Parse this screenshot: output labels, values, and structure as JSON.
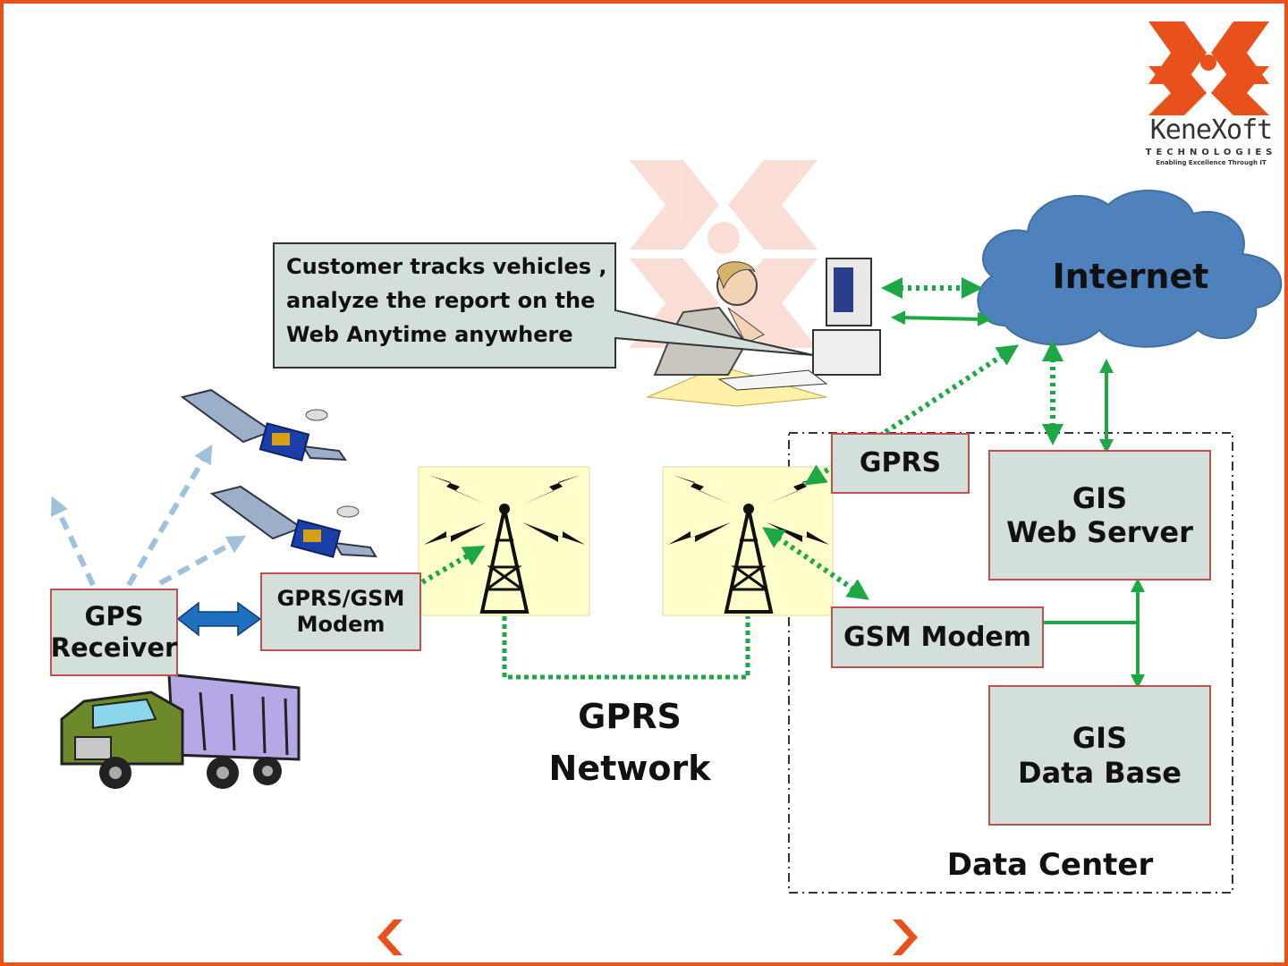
{
  "brand": {
    "name": "KeneXoft",
    "sub": "TECHNOLOGIES",
    "tagline": "Enabling Excellence Through IT"
  },
  "callout": {
    "lines": [
      "Customer tracks vehicles ,",
      "analyze the report on the",
      "Web Anytime anywhere"
    ]
  },
  "nodes": {
    "internet": "Internet",
    "gps": [
      "GPS",
      "Receiver"
    ],
    "modem": [
      "GPRS/GSM",
      "Modem"
    ],
    "gprs": "GPRS",
    "gsm_modem": "GSM Modem",
    "gis_web": [
      "GIS",
      "Web Server"
    ],
    "gis_db": [
      "GIS",
      "Data Base"
    ]
  },
  "labels": {
    "network": [
      "GPRS",
      "Network"
    ],
    "data_center": "Data Center"
  },
  "icons": {
    "logo": "kenexoft-logo-icon",
    "prev": "chevron-left-icon",
    "next": "chevron-right-icon",
    "cloud": "cloud-icon",
    "satellite": "satellite-icon",
    "tower": "cell-tower-icon",
    "truck": "truck-icon",
    "user": "person-at-computer-icon"
  },
  "colors": {
    "accent": "#e8501c",
    "box_fill": "#d3dfda",
    "box_border": "#c0504d",
    "cloud": "#4f81bd",
    "green": "#1ea845",
    "tower_bg": "#ffffcc",
    "blue_arrow": "#1f6fbf"
  }
}
